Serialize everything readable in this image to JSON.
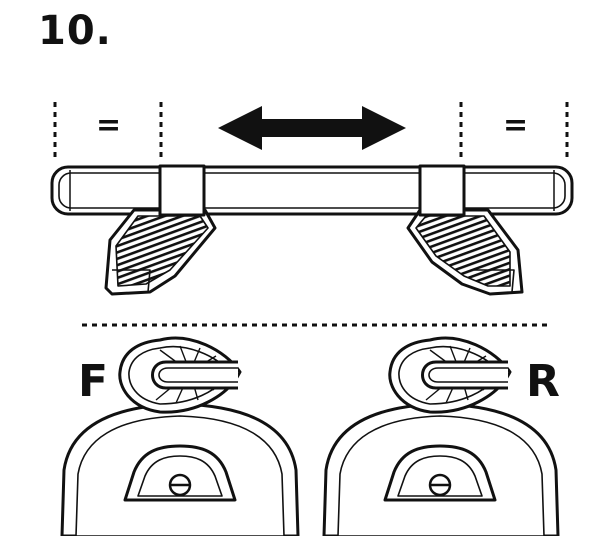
{
  "step": {
    "number": "10."
  },
  "marks": {
    "equal_left": "=",
    "equal_right": "="
  },
  "feet": {
    "front_label": "F",
    "rear_label": "R"
  },
  "icons": {
    "arrow": "double-arrow-icon"
  },
  "colors": {
    "ink": "#111111",
    "paper": "#ffffff"
  }
}
